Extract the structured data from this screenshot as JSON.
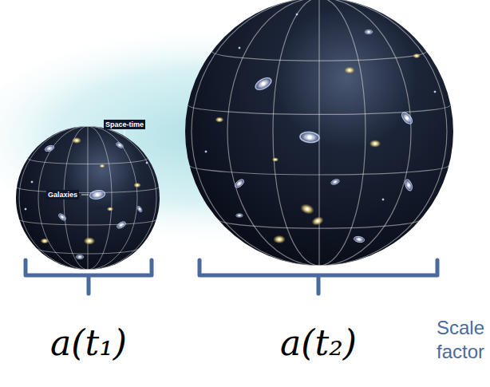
{
  "diagram": {
    "labels": [
      "Space-time",
      "Galaxies",
      "a(t₁)",
      "a(t₂)",
      "Scale factor"
    ]
  }
}
